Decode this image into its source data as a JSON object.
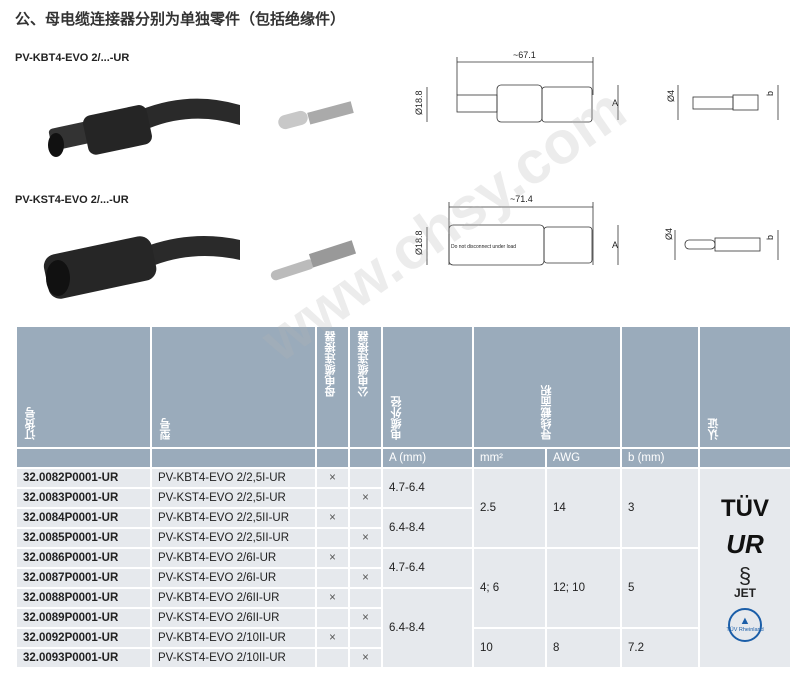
{
  "title": "公、母电缆连接器分别为单独零件（包括绝缘件）",
  "products": [
    {
      "label": "PV-KBT4-EVO 2/...-UR",
      "length": "~67.1",
      "diameter": "Ø18.8",
      "dim_a": "A",
      "pin_diameter": "Ø4",
      "dim_b": "b"
    },
    {
      "label": "PV-KST4-EVO 2/...-UR",
      "length": "~71.4",
      "diameter": "Ø18.8",
      "dim_a": "A",
      "pin_diameter": "Ø4",
      "dim_b": "b",
      "housing_text": "Do not disconnect under load"
    }
  ],
  "table": {
    "headers": [
      "订货号",
      "型号",
      "母电缆连接器",
      "公电缆连接器",
      "电缆外径",
      "导线截面积",
      "",
      "认证"
    ],
    "subheaders": [
      "A (mm)",
      "mm²",
      "AWG",
      "b (mm)"
    ],
    "rows": [
      {
        "order": "32.0082P0001-UR",
        "type": "PV-KBT4-EVO 2/2,5I-UR",
        "female": "×",
        "male": ""
      },
      {
        "order": "32.0083P0001-UR",
        "type": "PV-KST4-EVO 2/2,5I-UR",
        "female": "",
        "male": "×"
      },
      {
        "order": "32.0084P0001-UR",
        "type": "PV-KBT4-EVO 2/2,5II-UR",
        "female": "×",
        "male": ""
      },
      {
        "order": "32.0085P0001-UR",
        "type": "PV-KST4-EVO 2/2,5II-UR",
        "female": "",
        "male": "×"
      },
      {
        "order": "32.0086P0001-UR",
        "type": "PV-KBT4-EVO 2/6I-UR",
        "female": "×",
        "male": ""
      },
      {
        "order": "32.0087P0001-UR",
        "type": "PV-KST4-EVO 2/6I-UR",
        "female": "",
        "male": "×"
      },
      {
        "order": "32.0088P0001-UR",
        "type": "PV-KBT4-EVO 2/6II-UR",
        "female": "×",
        "male": ""
      },
      {
        "order": "32.0089P0001-UR",
        "type": "PV-KST4-EVO 2/6II-UR",
        "female": "",
        "male": "×"
      },
      {
        "order": "32.0092P0001-UR",
        "type": "PV-KBT4-EVO 2/10II-UR",
        "female": "×",
        "male": ""
      },
      {
        "order": "32.0093P0001-UR",
        "type": "PV-KST4-EVO 2/10II-UR",
        "female": "",
        "male": "×"
      }
    ],
    "cable_od": [
      "4.7-6.4",
      "6.4-8.4",
      "4.7-6.4",
      "6.4-8.4"
    ],
    "cross_sections": [
      {
        "mm2": "2.5",
        "awg": "14",
        "b": "3"
      },
      {
        "mm2": "4; 6",
        "awg": "12; 10",
        "b": "5"
      },
      {
        "mm2": "10",
        "awg": "8",
        "b": "7.2"
      }
    ],
    "certifications": [
      "TÜV",
      "UR",
      "JET",
      "TÜV Rheinland"
    ]
  },
  "watermark": "www.chsy.com",
  "colors": {
    "header_bg": "#9aabbb",
    "row_bg": "#e6e9ed"
  }
}
